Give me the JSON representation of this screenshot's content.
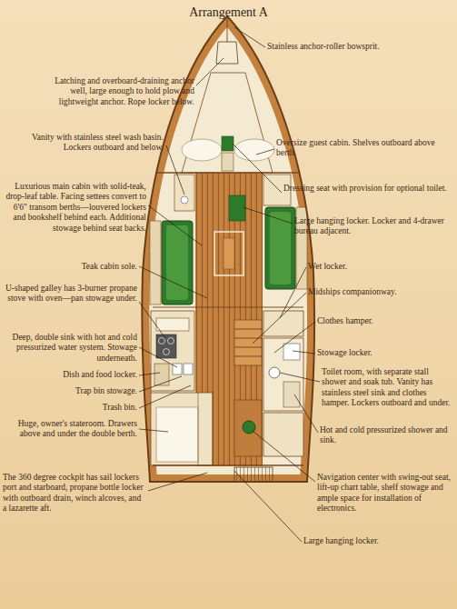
{
  "diagram": {
    "title": "Arrangement A",
    "labels": [
      "Latching and overboard-draining anchor well, large enough to hold plow and lightweight anchor. Rope locker below.",
      "Vanity with stainless steel wash basin. Lockers outboard and below.",
      "Luxurious main cabin with solid-teak, drop-leaf table. Facing settees convert to 6'6\" transom berths—louvered lockers and bookshelf behind each. Additional stowage behind seat backs.",
      "Teak cabin sole.",
      "U-shaped galley has 3-burner propane stove with oven—pan stowage under.",
      "Deep, double sink with hot and cold pressurized water system. Stowage underneath.",
      "Dish and food locker.",
      "Trap bin stowage.",
      "Trash bin.",
      "Huge, owner's stateroom. Drawers above and under the double berth.",
      "The 360 degree cockpit has sail lockers port and starboard, propane bottle locker with outboard drain, winch alcoves, and a lazarette aft.",
      "Stainless anchor-roller bowsprit.",
      "Oversize guest cabin. Shelves outboard above berth.",
      "Dressing seat with provision for optional toilet.",
      "Large hanging locker. Locker and 4-drawer bureau adjacent.",
      "Wet locker.",
      "Midships companionway.",
      "Clothes hamper.",
      "Stowage locker.",
      "Toilet room, with separate stall shower and soak tub. Vanity has stainless steel sink and clothes hamper. Lockers outboard and under.",
      "Hot and cold pressurized shower and sink.",
      "Navigation center with swing-out seat, lift-up chart table, shelf stowage and ample space for installation of electronics.",
      "Large hanging locker."
    ]
  }
}
